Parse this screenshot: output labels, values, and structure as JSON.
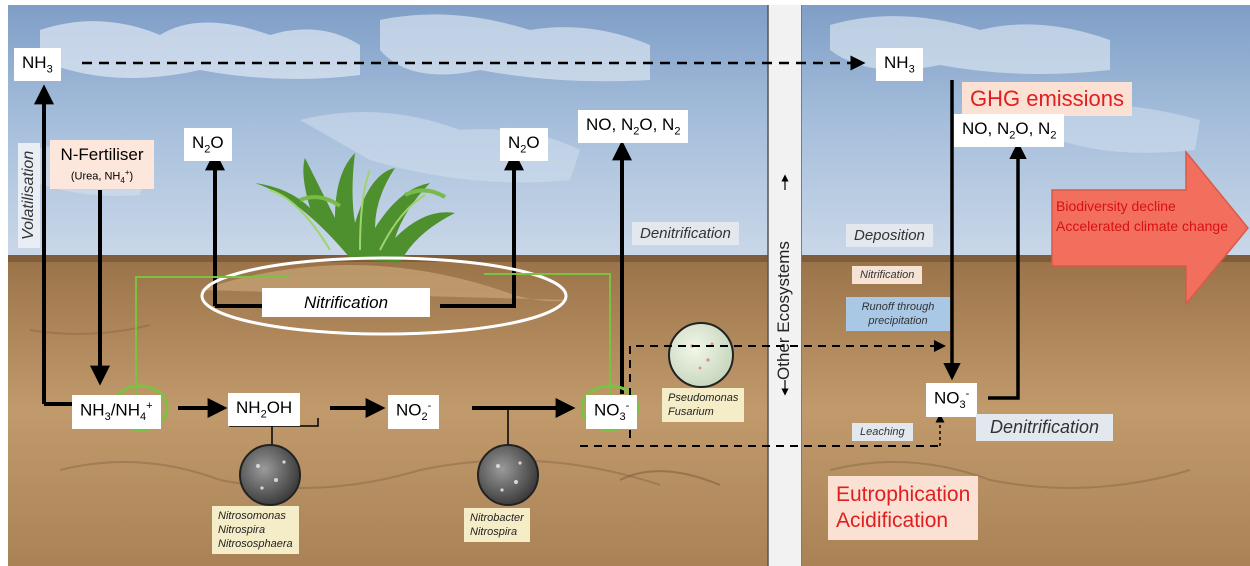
{
  "species": {
    "nh3": "NH",
    "n2o": "N",
    "no_n2o_n2": "NO, N",
    "nh4": "NH",
    "nh2oh": "NH",
    "no2": "NO",
    "no3": "NO"
  },
  "labels": {
    "volatilisation": "Volatilisation",
    "n_fertiliser": "N-Fertiliser",
    "n_fertiliser_sub": "(Urea, NH",
    "nitrification": "Nitrification",
    "denitrification": "Denitrification",
    "other_ecosystems": "Other Ecosystems",
    "deposition": "Deposition",
    "nitrification_small": "Nitrification",
    "runoff": "Runoff through precipitation",
    "leaching": "Leaching",
    "ghg_emissions": "GHG emissions",
    "eutrophication": "Eutrophication",
    "acidification": "Acidification",
    "biodiversity_decline": "Biodiversity decline",
    "climate_change": "Accelerated climate change"
  },
  "bacteria": {
    "group1": [
      "Nitrosomonas",
      "Nitrospira",
      "Nitrososphaera"
    ],
    "group2": [
      "Nitrobacter",
      "Nitrospira"
    ],
    "group3": [
      "Pseudomonas",
      "Fusarium"
    ]
  },
  "colors": {
    "sky": "#9fb8d6",
    "soil": "#b48a5e",
    "accent_red": "#e02020",
    "arrow_red": "#f26f5e",
    "green_link": "#7cc242"
  }
}
